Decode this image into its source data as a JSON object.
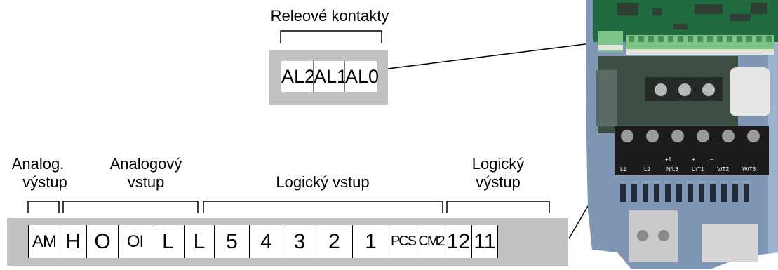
{
  "relay": {
    "title": "Releové kontakty",
    "terminals": [
      "AL2",
      "AL1",
      "AL0"
    ]
  },
  "groups": {
    "analog_output": {
      "line1": "Analog.",
      "line2": "výstup"
    },
    "analog_input": {
      "line1": "Analogový",
      "line2": "vstup"
    },
    "logic_input": {
      "line1": "Logický vstup"
    },
    "logic_output": {
      "line1": "Logický",
      "line2": "výstup"
    }
  },
  "terminals": [
    "AM",
    "H",
    "O",
    "OI",
    "L",
    "L",
    "5",
    "4",
    "3",
    "2",
    "1",
    "PCS",
    "CM2",
    "12",
    "11"
  ],
  "photo": {
    "panel_color": "#7f97b4",
    "board_color": "#1f6b3f",
    "connector_color": "#7cc48a",
    "terminal_labels": [
      "L1",
      "L2",
      "N/L3",
      "U/T1",
      "V/T2",
      "W/T3"
    ],
    "terminal_signs": [
      "+1",
      "+",
      "−"
    ]
  }
}
